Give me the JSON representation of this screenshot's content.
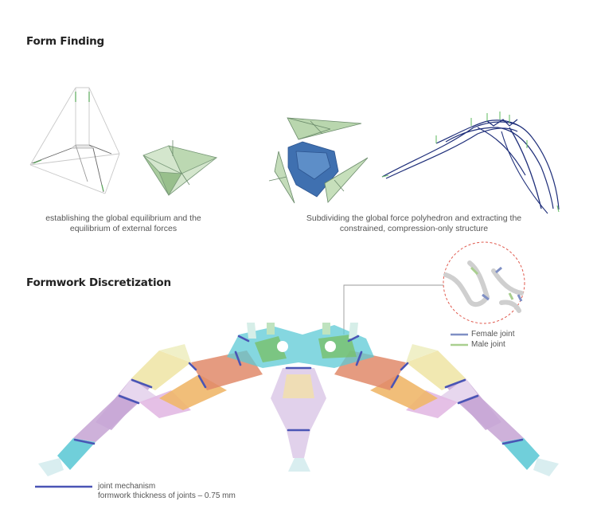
{
  "sections": {
    "form_finding": {
      "title": "Form Finding",
      "caption_left_1": "establishing the global equilibrium and the",
      "caption_left_2": "equilibrium of external forces",
      "caption_right_1": "Subdividing the global force polyhedron and extracting the",
      "caption_right_2": "constrained, compression-only structure"
    },
    "formwork": {
      "title": "Formwork Discretization",
      "legend_female": "Female joint",
      "legend_male": "Male joint",
      "joint_label": "joint mechanism",
      "joint_thickness": "formwork thickness of joints – 0.75 mm"
    }
  },
  "colors": {
    "female_joint": "#7f8fc4",
    "male_joint": "#a9cf8f",
    "joint_mechanism": "#4a55b5",
    "detail_circle": "#e05a4e"
  }
}
